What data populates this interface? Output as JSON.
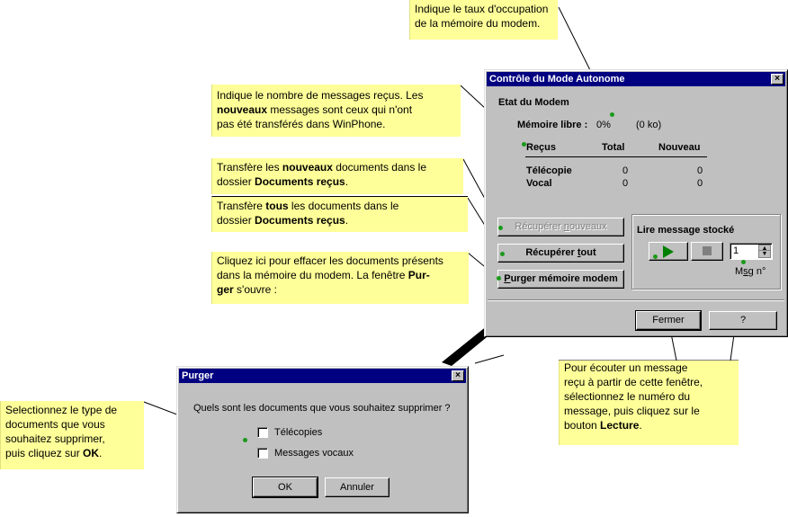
{
  "callouts": {
    "memory": {
      "line1": "Indique le taux d'occupation",
      "line2": "de la mémoire du modem."
    },
    "messages": {
      "p1": "Indique le nombre de messages reçus. Les",
      "p2_bold": "nouveaux",
      "p2_rest": " messages sont ceux qui n'ont",
      "p3": "pas été transférés dans WinPhone."
    },
    "new_docs": {
      "p1a": "Transfère les ",
      "p1_bold": "nouveaux",
      "p1b": " documents dans le",
      "p2a": "dossier ",
      "p2_bold": "Documents reçus",
      "p2b": "."
    },
    "all_docs": {
      "p1a": "Transfère ",
      "p1_bold": "tous",
      "p1b": " les documents dans le",
      "p2a": "dossier ",
      "p2_bold": "Documents reçus",
      "p2b": "."
    },
    "purge": {
      "p1": "Cliquez ici pour effacer les documents présents",
      "p2a": "dans la mémoire du modem. La fenêtre ",
      "p2_bold": "Pur-",
      "p3_bold": "ger",
      "p3b": " s'ouvre :"
    },
    "listen": {
      "l1": "Pour écouter un message",
      "l2": "reçu à partir de cette fenêtre,",
      "l3": "sélectionnez le numéro du",
      "l4": "message, puis cliquez sur le",
      "l5a": "bouton ",
      "l5_bold": "Lecture",
      "l5b": "."
    },
    "select_type": {
      "l1": "Selectionnez le type de",
      "l2": "documents que vous",
      "l3": "souhaitez supprimer,",
      "l4a": "puis cliquez sur ",
      "l4_bold": "OK",
      "l4b": "."
    }
  },
  "main_dialog": {
    "title": "Contrôle du Mode Autonome",
    "close_glyph": "×",
    "section_title": "Etat du Modem",
    "memory_label": "Mémoire libre :",
    "memory_percent": "0%",
    "memory_size": "(0 ko)",
    "table": {
      "headers": [
        "Reçus",
        "Total",
        "Nouveau"
      ],
      "rows": [
        {
          "label": "Télécopie",
          "total": "0",
          "new": "0"
        },
        {
          "label": "Vocal",
          "total": "0",
          "new": "0"
        }
      ]
    },
    "btn_recover_new": {
      "pre": "Récupérer ",
      "key": "n",
      "post": "ouveaux"
    },
    "btn_recover_all": {
      "pre": "Récupérer ",
      "key": "t",
      "post": "out"
    },
    "btn_purge": {
      "key": "P",
      "post": "urger mémoire modem"
    },
    "play_group_title": "Lire message stocké",
    "msg_number": "1",
    "msg_label": {
      "pre": "M",
      "key": "s",
      "post": "g n°"
    },
    "btn_close": "Fermer",
    "btn_help": "?"
  },
  "purge_dialog": {
    "title": "Purger",
    "close_glyph": "×",
    "question": "Quels sont les documents que vous souhaitez supprimer ?",
    "options": [
      "Télécopies",
      "Messages vocaux"
    ],
    "btn_ok": "OK",
    "btn_cancel": "Annuler"
  },
  "colors": {
    "callout_bg": "#ffff99",
    "titlebar": "#000080",
    "dialog_bg": "#c0c0c0",
    "play_green": "#008000",
    "pointer_dot": "#1a9a1a"
  }
}
